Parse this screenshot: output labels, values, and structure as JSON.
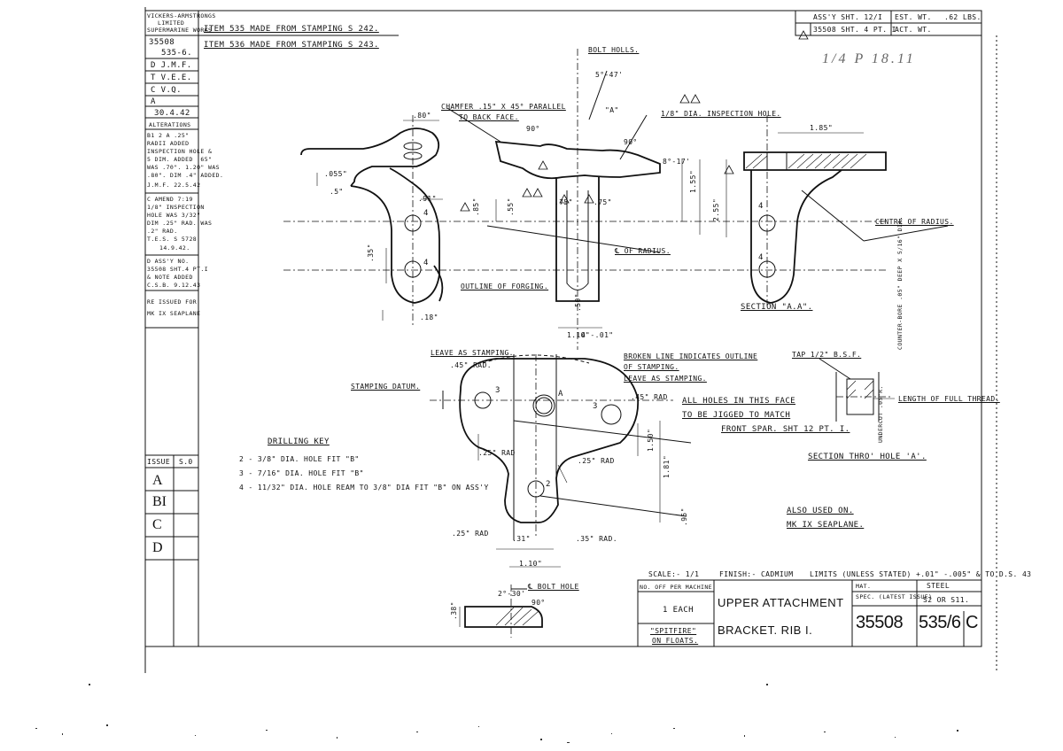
{
  "title_block_left": {
    "maker_lines": [
      "Vickers-Armstrongs",
      "Limited",
      "Supermarine Works"
    ],
    "drawing_no": "35508",
    "part_no": "535-6.",
    "d_line": "D  J.M.F.",
    "t_line": "T  V.E.E.",
    "c_line": "C  V.Q.",
    "a_label": "A",
    "date": "30.4.42",
    "alterations_header": "Alterations",
    "alteration_b1": [
      "B1 2 A .25\"",
      "Radii Added",
      "Inspection Hole &",
      "5 Dim. Added .65\"",
      "was .70\". 1.20\" was",
      ".80\". Dim .4\" Added.",
      "J.M.F. 22.5.42"
    ],
    "alteration_c": [
      "C Amend 7:19",
      "1/8\" Inspection",
      "Hole was 3/32\"",
      "Dim .25\" Rad. was",
      ".2\" Rad.",
      "T.E.S. S 5728",
      "14.9.42."
    ],
    "alteration_d": [
      "D  Ass'y No.",
      "35508 Sht.4 Pt.I",
      "& Note Added",
      "C.S.B. 9.12.43"
    ],
    "reissued": [
      "Re Issued For",
      "Mk IX Seaplane"
    ],
    "issue_label": "Issue",
    "issue_value": "S.0",
    "issues": [
      "A",
      "BI",
      "C",
      "D"
    ]
  },
  "header_notes": {
    "item_535": "Item 535  Made From Stamping  S 242.",
    "item_536": "Item 536  Made From Stamping  S 243.",
    "handwritten": "1/4 P  18.11"
  },
  "top_right_block": {
    "assy_sheet": "Ass'y Sht. 12/I",
    "assy_ref": "35508 Sht. 4 Pt. I",
    "est_wt_label": "Est. Wt.",
    "est_wt_value": ".62 Lbs.",
    "act_wt_label": "Act. Wt."
  },
  "annotations": {
    "bolt_holes": "Bolt Holls.",
    "angle_top": "5°-47'",
    "chamfer": "Chamfer .15\" x 45° Parallel",
    "to_back_face": "To Back Face.",
    "inspection_hole": "1/8\" Dia. Inspection Hole.",
    "section_a_marker": "\"A\"",
    "angle_90": "90°",
    "angle_817": "8°-17'",
    "outline_of_forging": "Outline Of Forging.",
    "cl_of_radius": "℄ Of Radius.",
    "centre_of_radius": "Centre Of Radius.",
    "section_aa": "Section \"A.A\".",
    "counter_bore": "Counter-Bore .05\" Deep x 5/16\" Dia.",
    "tap": "Tap 1/2\" B.S.F.",
    "length_of_full_thread": "Length Of Full Thread.",
    "undercut": "Undercut .05\"R.",
    "section_thro_hole": "Section Thro' Hole 'A'.",
    "leave_as_stamping_1": "Leave As Stamping.",
    "rad_45_1": ".45\" Rad.",
    "broken_line": "Broken Line Indicates Outline",
    "of_stamping": "Of Stamping.",
    "leave_as_stamping_2": "Leave As Stamping.",
    "rad_45_2": ".45\" Rad",
    "stamping_datum": "Stamping Datum.",
    "all_holes_1": "All Holes In This Face",
    "all_holes_2": "To Be Jigged To Match",
    "all_holes_3": "Front Spar. Sht 12 Pt. I.",
    "rad_25_a": ".25\" Rad",
    "rad_25_b": ".25\" Rad",
    "rad_25_c": ".25\" Rad",
    "rad_35": ".35\" Rad.",
    "dim_31": ".31\"",
    "dim_110_bottom": "1.10\"",
    "dim_110_mid": "1.10\"",
    "dim_401": "4 -.01\"",
    "dim_80": ".80\"",
    "dim_185": "1.85\"",
    "dim_155": "1.55\"",
    "dim_255": "2.55\"",
    "dim_55": ".55\"",
    "dim_85": ".85\"",
    "dim_75a": ".75\"",
    "dim_75b": ".75\"",
    "dim_35": ".35\"",
    "dim_18": ".18\"",
    "dim_5": ".5\"",
    "dim_055": ".055\"",
    "dim_91": ".91\"",
    "dim_95": ".95\"",
    "dim_50": ".50\"",
    "dim_181": "1.81\"",
    "dim_150": "1.50\"",
    "also_used_on": "Also Used On.",
    "mk_ix_seaplane": "Mk IX Seaplane.",
    "bolt_hole": "℄ Bolt Hole",
    "angle_30": "2°-30'",
    "angle_90b": "90°",
    "dim_38": ".38\"",
    "hole_labels": [
      "4",
      "4",
      "4",
      "4",
      "3",
      "3",
      "2",
      "A"
    ]
  },
  "drilling_key": {
    "title": "Drilling Key",
    "lines": [
      "2 -  3/8\" Dia. Hole Fit \"B\"",
      "3 -  7/16\" Dia. Hole Fit \"B\"",
      "4 -  11/32\" Dia. Hole Ream To 3/8\" Dia Fit \"B\" On Ass'y"
    ]
  },
  "bottom_title_block": {
    "scale": "Scale:- 1/1",
    "finish": "Finish:- Cadmium",
    "limits": "Limits (Unless Stated) +.01\" -.005\"  & To D.S. 43",
    "no_off_label": "No. Off Per Machine",
    "no_off_value": "1 Each",
    "aircraft": "\"Spitfire\"",
    "on_floats": "On Floats.",
    "title_line1": "Upper Attachment",
    "title_line2": "Bracket.  Rib I.",
    "mat_label": "Mat.",
    "mat_value": "Steel",
    "spec_label": "Spec. (Latest Issue)",
    "spec_value": "S2 or S11.",
    "drawing_no": "35508",
    "part_no": "535/6",
    "issue": "C"
  }
}
